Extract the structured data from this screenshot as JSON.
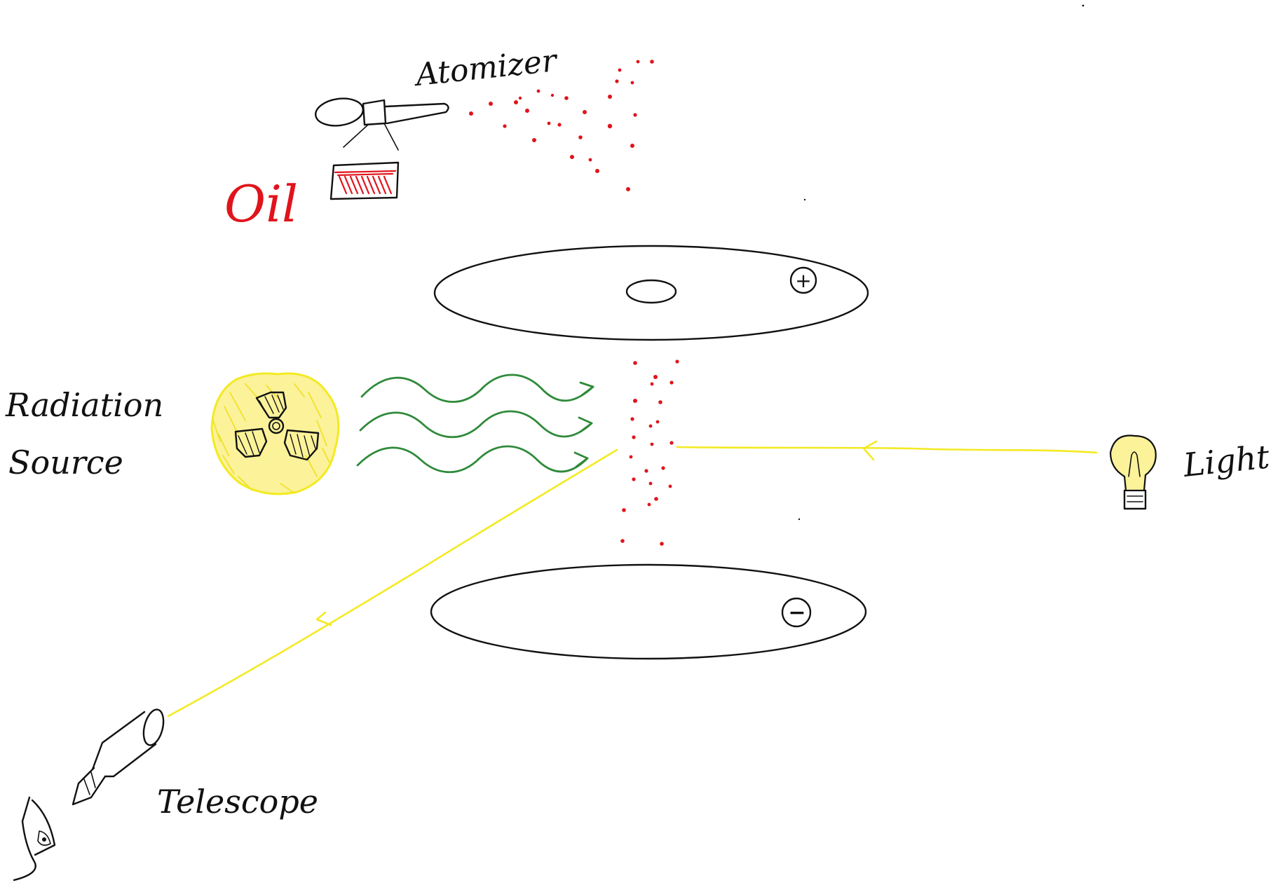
{
  "labels": {
    "atomizer": "Atomizer",
    "oil": "Oil",
    "radiation_line1": "Radiation",
    "radiation_line2": "Source",
    "light": "Light",
    "telescope": "Telescope",
    "top_plate_sign": "+",
    "bottom_plate_sign": "−"
  },
  "colors": {
    "ink": "#111111",
    "oil": "#e0141c",
    "radiation_waves": "#2f8a3a",
    "light_beam": "#f3ea22"
  },
  "icons": {
    "radiation": "radiation-trefoil-icon",
    "lamp": "light-bulb-icon",
    "eye": "eye-icon"
  }
}
